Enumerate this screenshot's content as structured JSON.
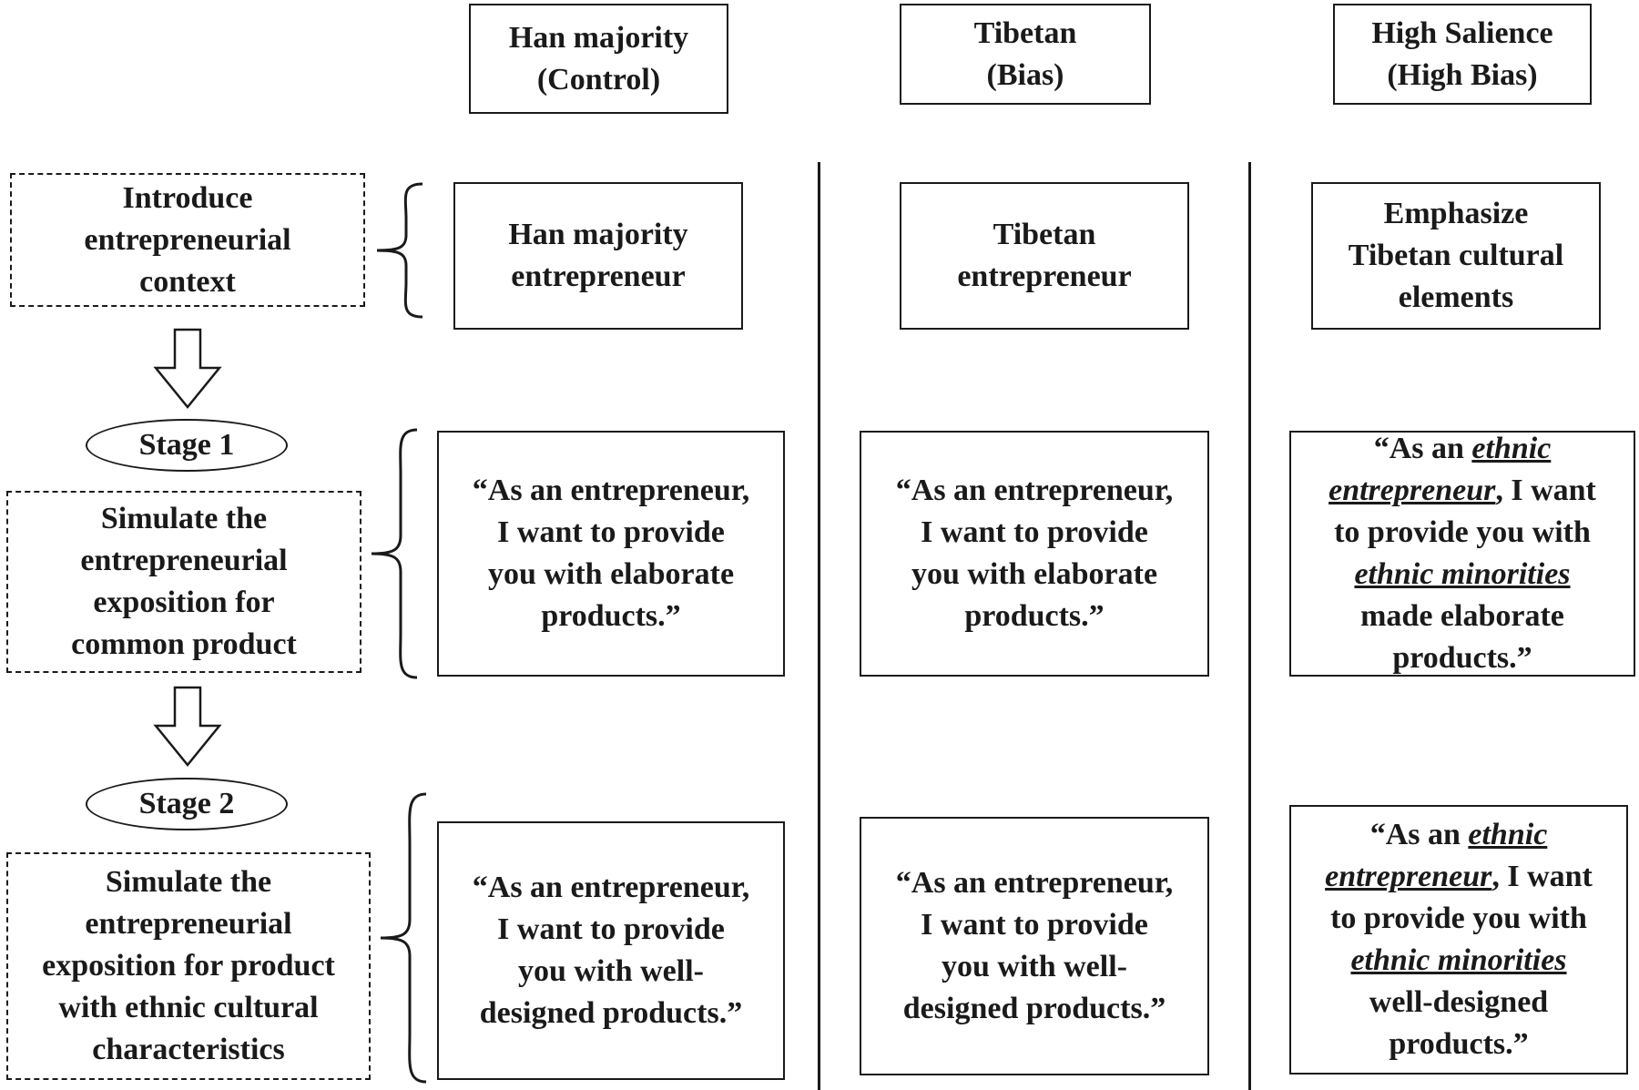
{
  "headers": {
    "han": {
      "line1": "Han majority",
      "line2": "(Control)"
    },
    "tibetan": {
      "line1": "Tibetan",
      "line2": "(Bias)"
    },
    "high": {
      "line1": "High Salience",
      "line2": "(High Bias)"
    }
  },
  "left": {
    "context": [
      "Introduce",
      "entrepreneurial",
      "context"
    ],
    "stage1_label": "Stage 1",
    "stage1_text": [
      "Simulate the",
      "entrepreneurial",
      "exposition for",
      "common product"
    ],
    "stage2_label": "Stage 2",
    "stage2_text": [
      "Simulate the",
      "entrepreneurial",
      "exposition for product",
      "with ethnic cultural",
      "characteristics"
    ]
  },
  "row_context": {
    "han": [
      "Han majority",
      "entrepreneur"
    ],
    "tibetan": [
      "Tibetan",
      "entrepreneur"
    ],
    "high": [
      "Emphasize",
      "Tibetan cultural",
      "elements"
    ]
  },
  "row_stage1": {
    "han": [
      "“As an entrepreneur,",
      "I want to provide",
      "you with elaborate",
      "products.”"
    ],
    "tibetan": [
      "“As an entrepreneur,",
      "I want to provide",
      "you with elaborate",
      "products.”"
    ],
    "high": {
      "l1a": "“As an ",
      "l1b": "ethnic",
      "l2a": "entrepreneur",
      "l2b": ", I want",
      "l3": "to provide you with",
      "l4": "ethnic minorities",
      "l5": "made elaborate",
      "l6": "products.”"
    }
  },
  "row_stage2": {
    "han": [
      "“As an entrepreneur,",
      "I want to provide",
      "you with well-",
      "designed products.”"
    ],
    "tibetan": [
      "“As an entrepreneur,",
      "I want to provide",
      "you with well-",
      "designed products.”"
    ],
    "high": {
      "l1a": "“As an ",
      "l1b": "ethnic",
      "l2a": "entrepreneur",
      "l2b": ", I want",
      "l3": "to provide you with",
      "l4": "ethnic minorities",
      "l5": "well-designed",
      "l6": "products.”"
    }
  }
}
